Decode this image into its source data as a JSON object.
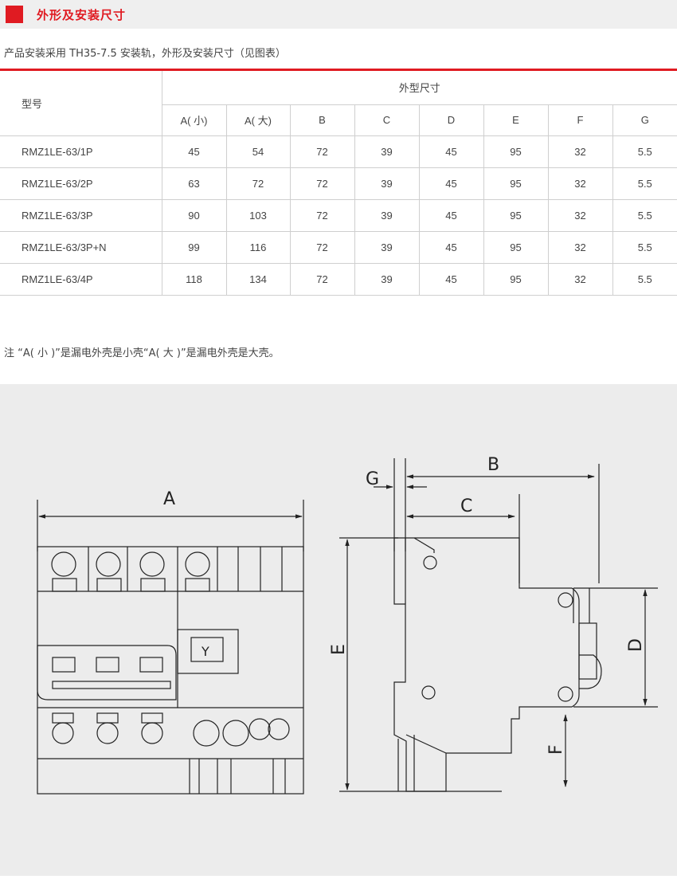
{
  "header": {
    "title": "外形及安装尺寸",
    "accent": "#e01b22"
  },
  "intro_text": "产品安装采用 TH35-7.5 安装轨，外形及安装尺寸（见图表）",
  "table": {
    "model_header": "型号",
    "group_header": "外型尺寸",
    "columns": [
      "A( 小)",
      "A( 大)",
      "B",
      "C",
      "D",
      "E",
      "F",
      "G"
    ],
    "rows": [
      {
        "model": "RMZ1LE-63/1P",
        "values": [
          "45",
          "54",
          "72",
          "39",
          "45",
          "95",
          "32",
          "5.5"
        ]
      },
      {
        "model": "RMZ1LE-63/2P",
        "values": [
          "63",
          "72",
          "72",
          "39",
          "45",
          "95",
          "32",
          "5.5"
        ]
      },
      {
        "model": "RMZ1LE-63/3P",
        "values": [
          "90",
          "103",
          "72",
          "39",
          "45",
          "95",
          "32",
          "5.5"
        ]
      },
      {
        "model": "RMZ1LE-63/3P+N",
        "values": [
          "99",
          "116",
          "72",
          "39",
          "45",
          "95",
          "32",
          "5.5"
        ]
      },
      {
        "model": "RMZ1LE-63/4P",
        "values": [
          "118",
          "134",
          "72",
          "39",
          "45",
          "95",
          "32",
          "5.5"
        ]
      }
    ]
  },
  "note_text": "注 “A( 小 )”是漏电外壳是小壳“A( 大 )”是漏电外壳是大壳。",
  "diagram": {
    "labels": {
      "A": "A",
      "B": "B",
      "C": "C",
      "D": "D",
      "E": "E",
      "F": "F",
      "G": "G"
    },
    "y_symbol": "Y"
  }
}
